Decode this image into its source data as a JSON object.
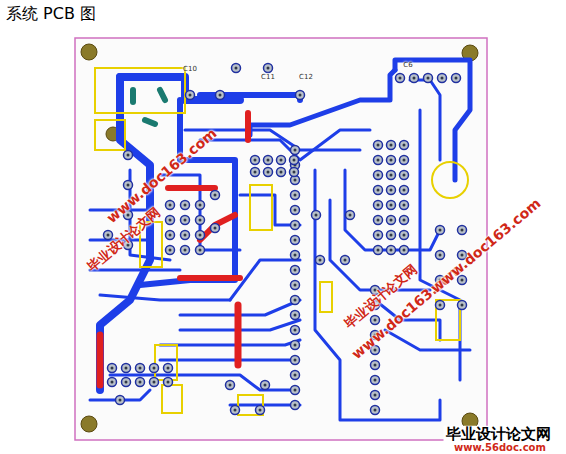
{
  "diagram": {
    "title": "系统 PCB 图",
    "labels": [
      "www.doc163.com",
      "毕业设计论文网",
      "毕业设计论文网",
      "www.doc163.com",
      "www.doc163.com",
      "毕业设计论文网",
      "www.56doc.com",
      "C10",
      "C11",
      "C12",
      "C6"
    ]
  }
}
